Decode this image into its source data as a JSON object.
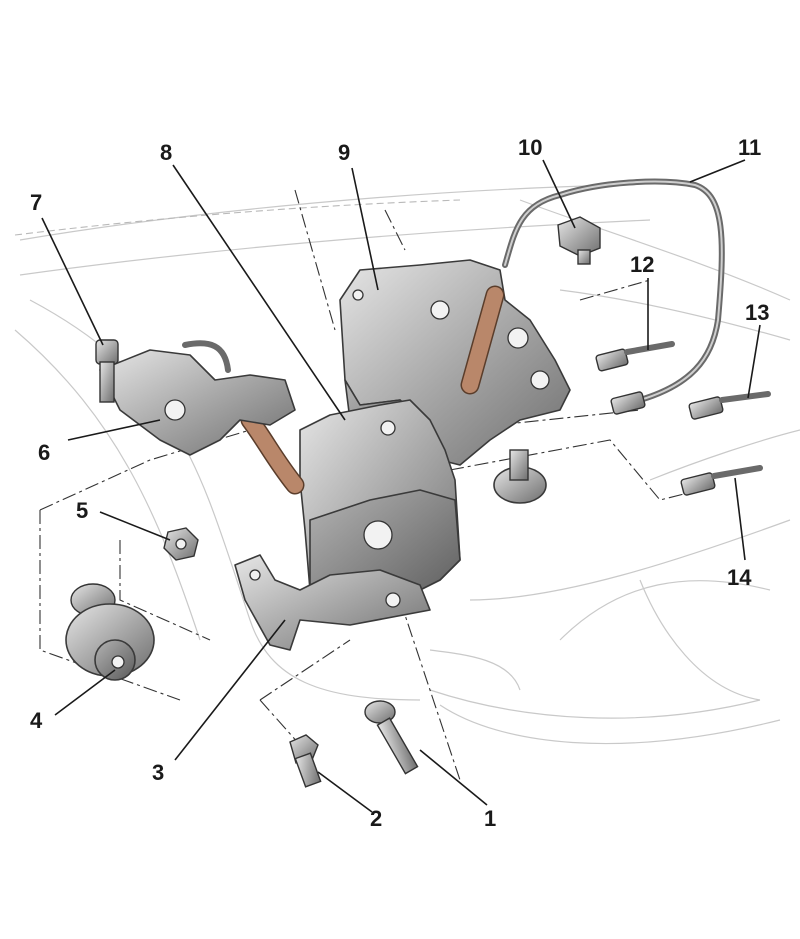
{
  "callouts": [
    {
      "id": "1",
      "label": "1"
    },
    {
      "id": "2",
      "label": "2"
    },
    {
      "id": "3",
      "label": "3"
    },
    {
      "id": "4",
      "label": "4"
    },
    {
      "id": "5",
      "label": "5"
    },
    {
      "id": "6",
      "label": "6"
    },
    {
      "id": "7",
      "label": "7"
    },
    {
      "id": "8",
      "label": "8"
    },
    {
      "id": "9",
      "label": "9"
    },
    {
      "id": "10",
      "label": "10"
    },
    {
      "id": "11",
      "label": "11"
    },
    {
      "id": "12",
      "label": "12"
    },
    {
      "id": "13",
      "label": "13"
    },
    {
      "id": "14",
      "label": "14"
    }
  ],
  "colors": {
    "metal": "#9e9e9e",
    "hose": "#b9876a",
    "pipe": "#6a6a6a",
    "ink": "#1a1a1a"
  }
}
